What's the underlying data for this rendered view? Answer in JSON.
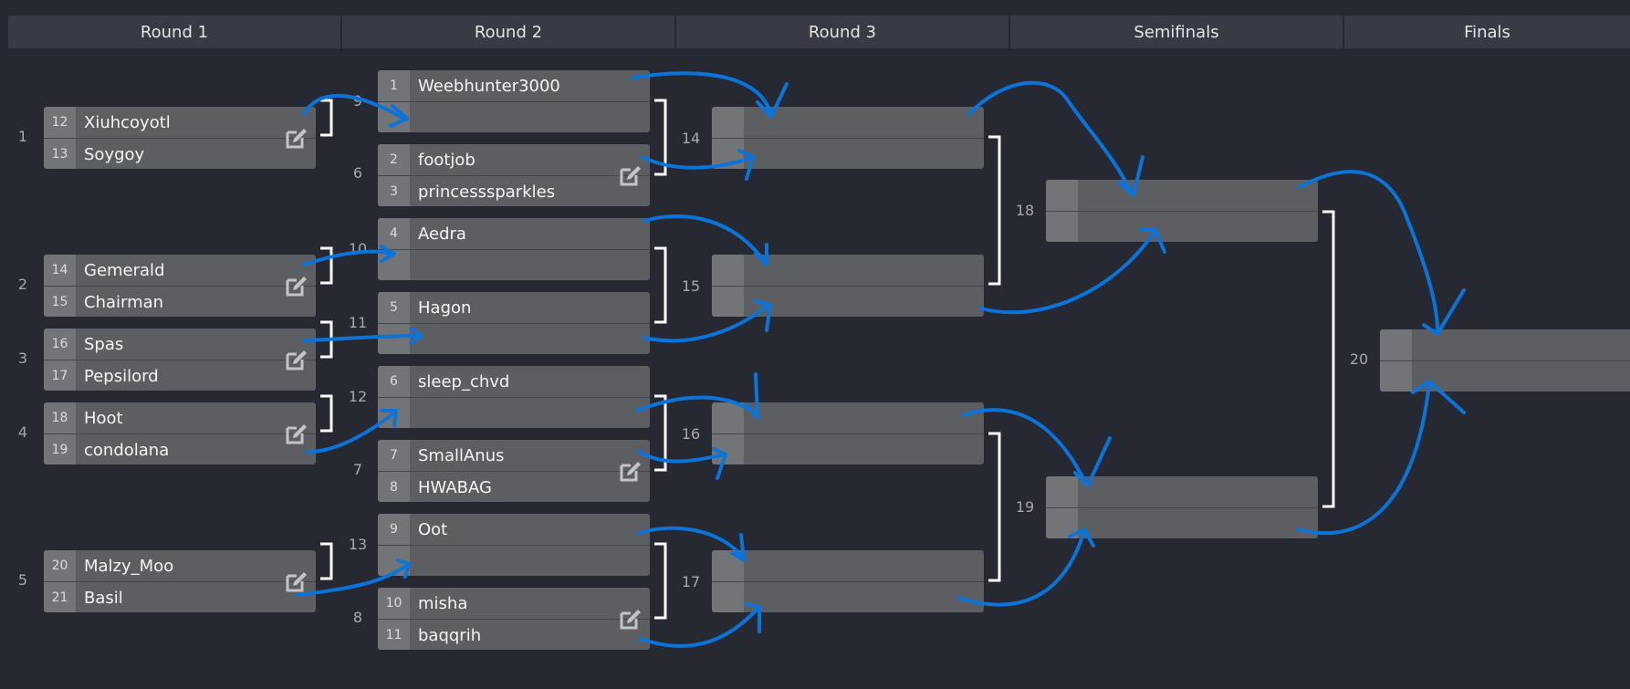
{
  "rounds": [
    "Round 1",
    "Round 2",
    "Round 3",
    "Semifinals",
    "Finals"
  ],
  "matches": [
    {
      "id": "m1",
      "num": "1",
      "players": [
        {
          "seed": "12",
          "name": "Xiuhcoyotl"
        },
        {
          "seed": "13",
          "name": "Soygoy"
        }
      ],
      "edit": true
    },
    {
      "id": "m2",
      "num": "2",
      "players": [
        {
          "seed": "14",
          "name": "Gemerald"
        },
        {
          "seed": "15",
          "name": "Chairman"
        }
      ],
      "edit": true
    },
    {
      "id": "m3",
      "num": "3",
      "players": [
        {
          "seed": "16",
          "name": "Spas"
        },
        {
          "seed": "17",
          "name": "Pepsilord"
        }
      ],
      "edit": true
    },
    {
      "id": "m4",
      "num": "4",
      "players": [
        {
          "seed": "18",
          "name": "Hoot"
        },
        {
          "seed": "19",
          "name": "condolana"
        }
      ],
      "edit": true
    },
    {
      "id": "m5",
      "num": "5",
      "players": [
        {
          "seed": "20",
          "name": "Malzy_Moo"
        },
        {
          "seed": "21",
          "name": "Basil"
        }
      ],
      "edit": true
    },
    {
      "id": "m9",
      "num": "9",
      "players": [
        {
          "seed": "1",
          "name": "Weebhunter3000"
        },
        {
          "seed": "",
          "name": ""
        }
      ],
      "edit": false
    },
    {
      "id": "m6",
      "num": "6",
      "players": [
        {
          "seed": "2",
          "name": "footjob"
        },
        {
          "seed": "3",
          "name": "princesssparkles"
        }
      ],
      "edit": true
    },
    {
      "id": "m10",
      "num": "10",
      "players": [
        {
          "seed": "4",
          "name": "Aedra"
        },
        {
          "seed": "",
          "name": ""
        }
      ],
      "edit": false
    },
    {
      "id": "m11",
      "num": "11",
      "players": [
        {
          "seed": "5",
          "name": "Hagon"
        },
        {
          "seed": "",
          "name": ""
        }
      ],
      "edit": false
    },
    {
      "id": "m12",
      "num": "12",
      "players": [
        {
          "seed": "6",
          "name": "sleep_chvd"
        },
        {
          "seed": "",
          "name": ""
        }
      ],
      "edit": false
    },
    {
      "id": "m7",
      "num": "7",
      "players": [
        {
          "seed": "7",
          "name": "SmallAnus"
        },
        {
          "seed": "8",
          "name": "HWABAG"
        }
      ],
      "edit": true
    },
    {
      "id": "m13",
      "num": "13",
      "players": [
        {
          "seed": "9",
          "name": "Oot"
        },
        {
          "seed": "",
          "name": ""
        }
      ],
      "edit": false
    },
    {
      "id": "m8",
      "num": "8",
      "players": [
        {
          "seed": "10",
          "name": "misha"
        },
        {
          "seed": "11",
          "name": "baqqrih"
        }
      ],
      "edit": true
    },
    {
      "id": "m14",
      "num": "14",
      "players": [
        {
          "seed": "",
          "name": ""
        },
        {
          "seed": "",
          "name": ""
        }
      ],
      "edit": false
    },
    {
      "id": "m15",
      "num": "15",
      "players": [
        {
          "seed": "",
          "name": ""
        },
        {
          "seed": "",
          "name": ""
        }
      ],
      "edit": false
    },
    {
      "id": "m16",
      "num": "16",
      "players": [
        {
          "seed": "",
          "name": ""
        },
        {
          "seed": "",
          "name": ""
        }
      ],
      "edit": false
    },
    {
      "id": "m17",
      "num": "17",
      "players": [
        {
          "seed": "",
          "name": ""
        },
        {
          "seed": "",
          "name": ""
        }
      ],
      "edit": false
    },
    {
      "id": "m18",
      "num": "18",
      "players": [
        {
          "seed": "",
          "name": ""
        },
        {
          "seed": "",
          "name": ""
        }
      ],
      "edit": false
    },
    {
      "id": "m19",
      "num": "19",
      "players": [
        {
          "seed": "",
          "name": ""
        },
        {
          "seed": "",
          "name": ""
        }
      ],
      "edit": false
    },
    {
      "id": "m20",
      "num": "20",
      "players": [
        {
          "seed": "",
          "name": ""
        },
        {
          "seed": "",
          "name": ""
        }
      ],
      "edit": false
    }
  ],
  "colors": {
    "annotation": "#0a74da",
    "connector": "#ffffff",
    "background": "#272932"
  }
}
